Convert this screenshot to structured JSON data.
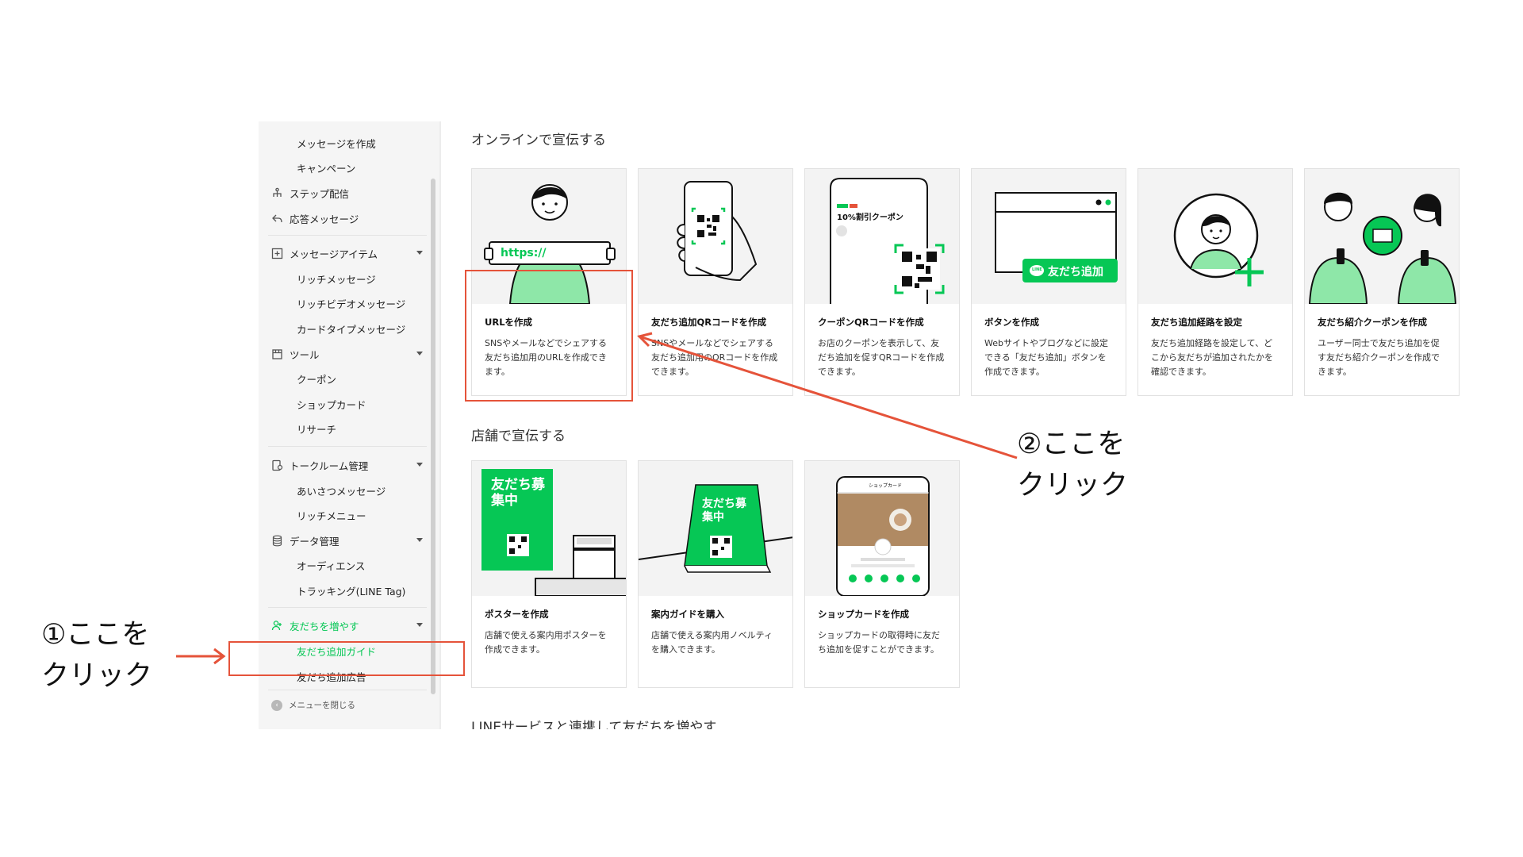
{
  "sidebar": {
    "items": [
      {
        "label": "メッセージを作成",
        "level": "sub"
      },
      {
        "label": "キャンペーン",
        "level": "sub"
      },
      {
        "label": "ステップ配信",
        "level": "top",
        "icon": "step-icon"
      },
      {
        "label": "応答メッセージ",
        "level": "top",
        "icon": "reply-icon"
      },
      {
        "label": "メッセージアイテム",
        "level": "top",
        "icon": "plus-square-icon"
      },
      {
        "label": "リッチメッセージ",
        "level": "sub"
      },
      {
        "label": "リッチビデオメッセージ",
        "level": "sub"
      },
      {
        "label": "カードタイプメッセージ",
        "level": "sub"
      },
      {
        "label": "ツール",
        "level": "top",
        "icon": "tool-icon"
      },
      {
        "label": "クーポン",
        "level": "sub"
      },
      {
        "label": "ショップカード",
        "level": "sub"
      },
      {
        "label": "リサーチ",
        "level": "sub"
      },
      {
        "label": "トークルーム管理",
        "level": "top",
        "icon": "chat-room-icon"
      },
      {
        "label": "あいさつメッセージ",
        "level": "sub"
      },
      {
        "label": "リッチメニュー",
        "level": "sub"
      },
      {
        "label": "データ管理",
        "level": "top",
        "icon": "database-icon"
      },
      {
        "label": "オーディエンス",
        "level": "sub"
      },
      {
        "label": "トラッキング(LINE Tag)",
        "level": "sub"
      },
      {
        "label": "友だちを増やす",
        "level": "top",
        "icon": "add-friend-icon"
      },
      {
        "label": "友だち追加ガイド",
        "level": "sub"
      },
      {
        "label": "友だち追加広告",
        "level": "sub"
      }
    ],
    "close_menu": "メニューを閉じる"
  },
  "online": {
    "title": "オンラインで宣伝する",
    "cards": [
      {
        "title": "URLを作成",
        "desc": "SNSやメールなどでシェアする友だち追加用のURLを作成できます。",
        "illus_text": "https://"
      },
      {
        "title": "友だち追加QRコードを作成",
        "desc": "SNSやメールなどでシェアする友だち追加用のQRコードを作成できます。"
      },
      {
        "title": "クーポンQRコードを作成",
        "desc": "お店のクーポンを表示して、友だち追加を促すQRコードを作成できます。",
        "illus_text": "10%割引クーポン"
      },
      {
        "title": "ボタンを作成",
        "desc": "Webサイトやブログなどに設定できる「友だち追加」ボタンを作成できます。",
        "illus_text": "友だち追加",
        "illus_badge": "LINE"
      },
      {
        "title": "友だち追加経路を設定",
        "desc": "友だち追加経路を設定して、どこから友だちが追加されたかを確認できます。"
      },
      {
        "title": "友だち紹介クーポンを作成",
        "desc": "ユーザー同士で友だち追加を促す友だち紹介クーポンを作成できます。"
      }
    ]
  },
  "store": {
    "title": "店舗で宣伝する",
    "cards": [
      {
        "title": "ポスターを作成",
        "desc": "店舗で使える案内用ポスターを作成できます。",
        "illus_text": "友だち募集中"
      },
      {
        "title": "案内ガイドを購入",
        "desc": "店舗で使える案内用ノベルティを購入できます。",
        "illus_text": "友だち募集中"
      },
      {
        "title": "ショップカードを作成",
        "desc": "ショップカードの取得時に友だち追加を促すことができます。",
        "illus_text": "ショップカード"
      }
    ]
  },
  "line_services_title": "LINEサービスと連携して友だちを増やす",
  "annotations": {
    "step1_line1": "①ここを",
    "step1_line2": "クリック",
    "step2_line1": "②ここを",
    "step2_line2": "クリック"
  },
  "colors": {
    "line_green": "#06c755",
    "annotation_red": "#e5533a"
  }
}
